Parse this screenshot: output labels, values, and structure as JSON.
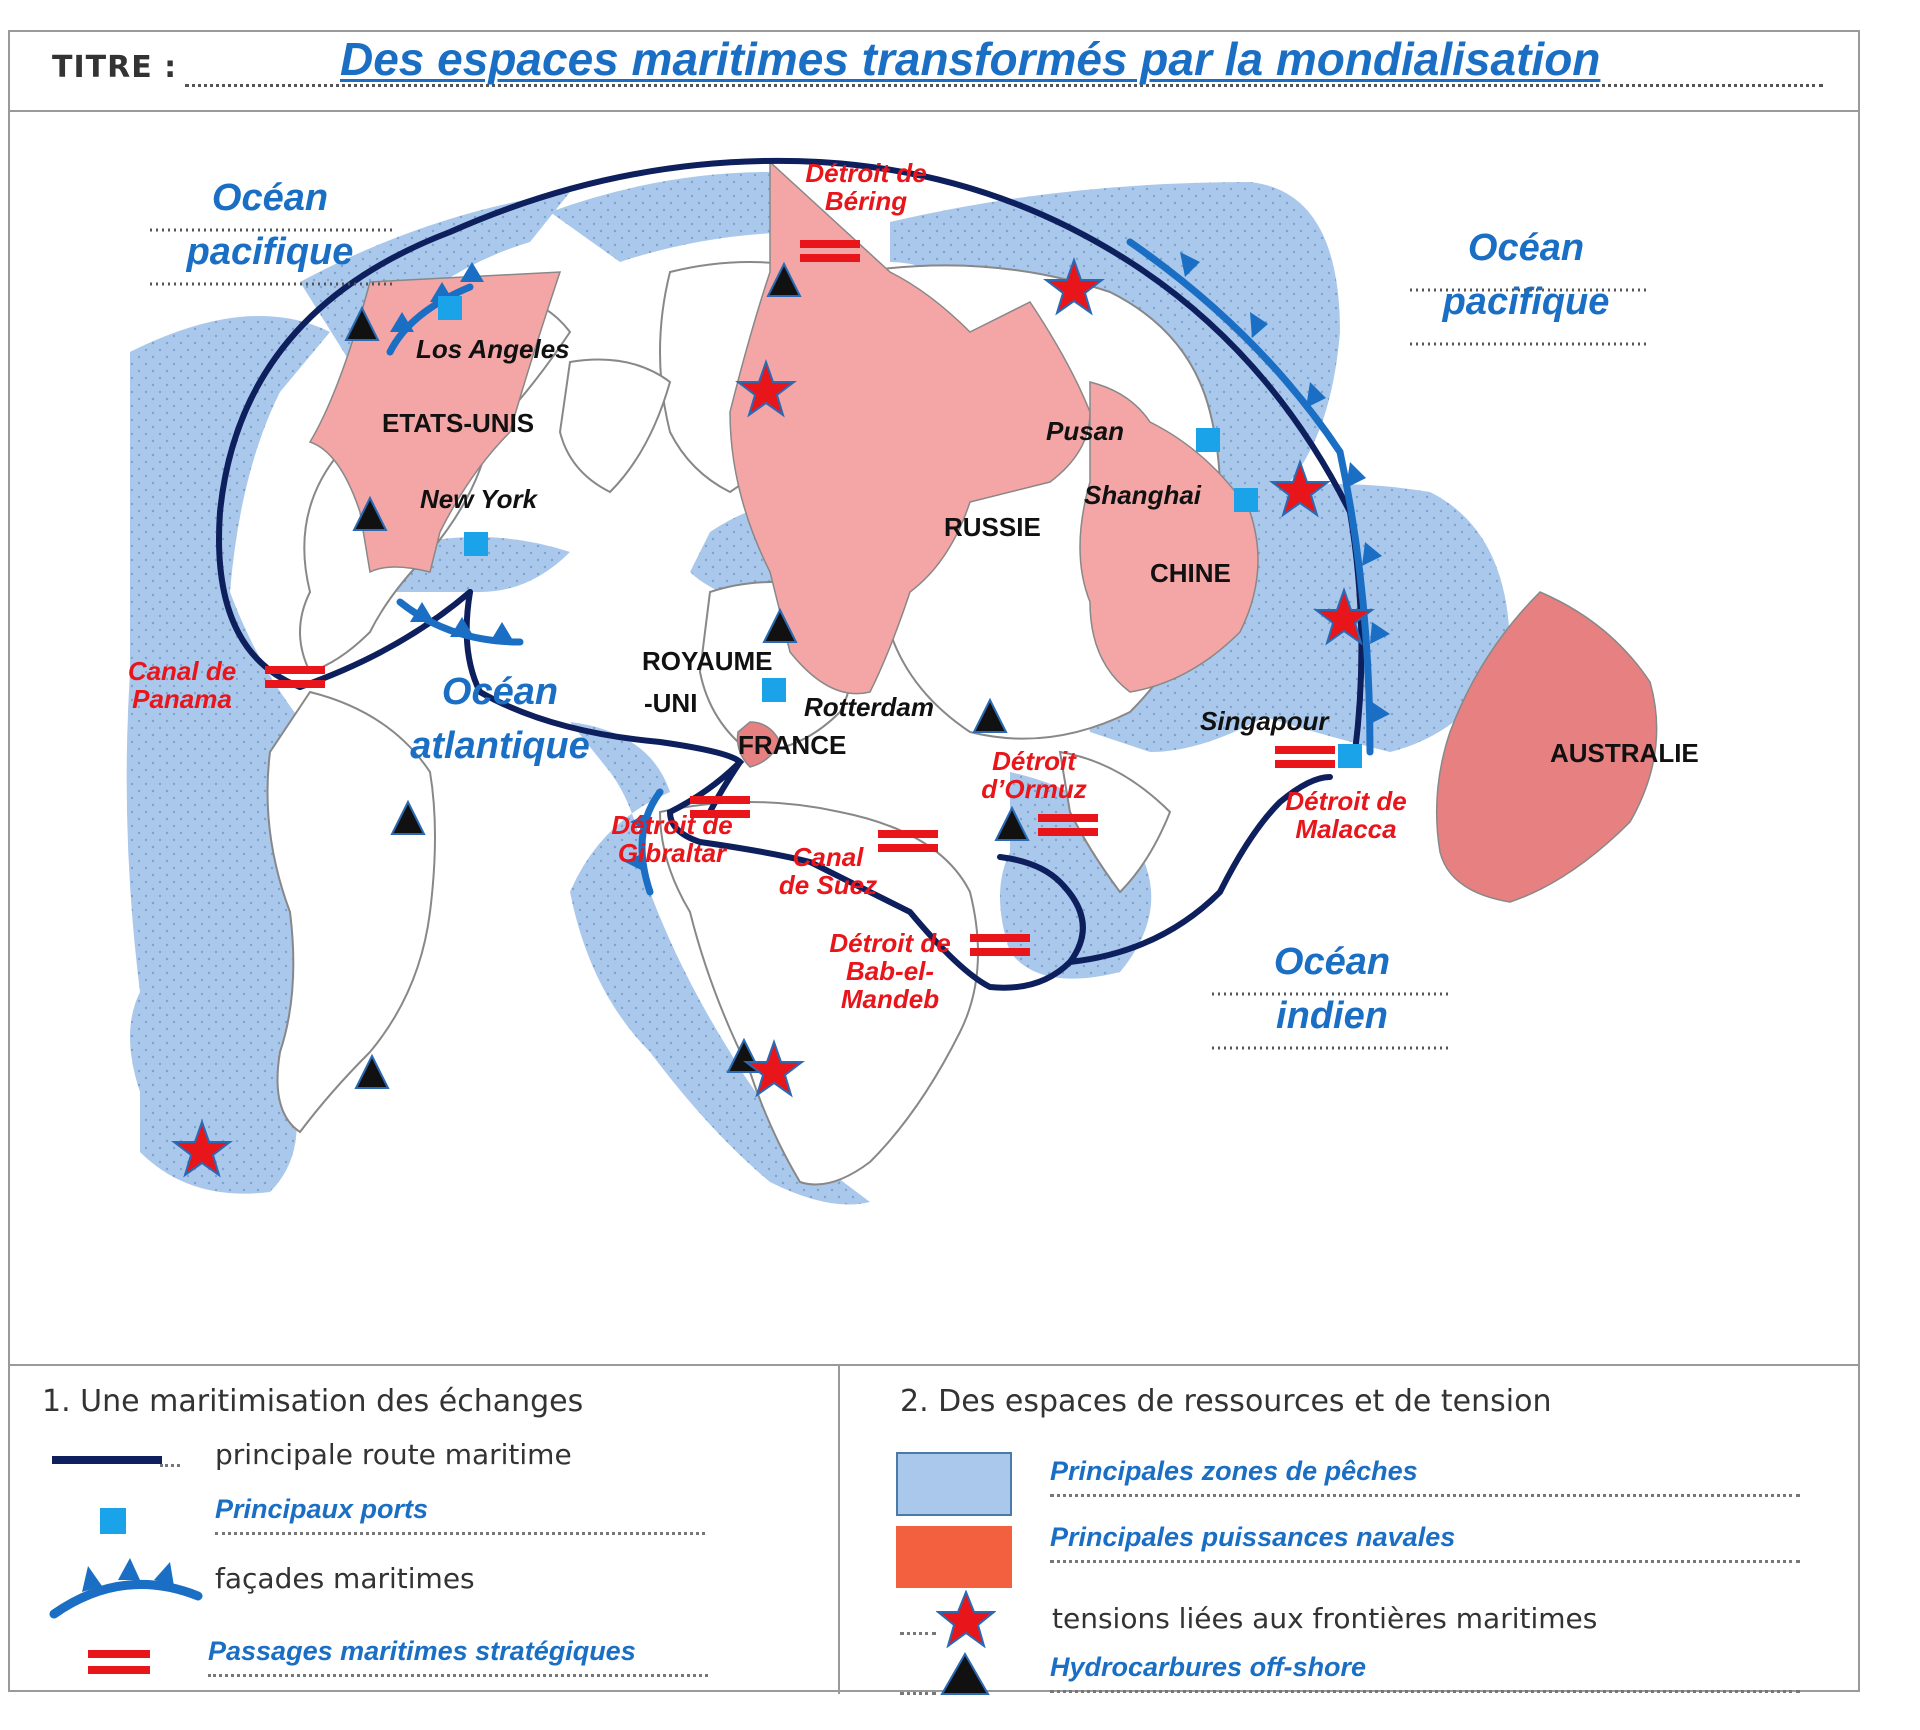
{
  "title": {
    "label": "TITRE :",
    "text": "Des espaces maritimes transformés par la mondialisation"
  },
  "map": {
    "oceans": [
      {
        "id": "pacific-west",
        "name": "Océan pacifique"
      },
      {
        "id": "pacific-east",
        "name": "Océan pacifique"
      },
      {
        "id": "atlantic",
        "name": "Océan atlantique"
      },
      {
        "id": "indian",
        "name": "Océan indien"
      }
    ],
    "ports": [
      "Los Angeles",
      "New York",
      "Rotterdam",
      "Pusan",
      "Shanghai",
      "Singapour"
    ],
    "countries": [
      "ETATS-UNIS",
      "ROYAUME -UNI",
      "FRANCE",
      "RUSSIE",
      "CHINE",
      "AUSTRALIE"
    ],
    "straits": [
      {
        "id": "bering",
        "name": "Détroit de Béring"
      },
      {
        "id": "panama",
        "name": "Canal de Panama"
      },
      {
        "id": "gibraltar",
        "name": "Détroit de Gibraltar"
      },
      {
        "id": "suez",
        "name": "Canal de Suez"
      },
      {
        "id": "bab",
        "name": "Détroit de Bab-el-Mandeb"
      },
      {
        "id": "ormuz",
        "name": "Détroit d’Ormuz"
      },
      {
        "id": "malacca",
        "name": "Détroit de Malacca"
      }
    ]
  },
  "legend": {
    "section1": {
      "heading": "1. Une maritimisation des échanges",
      "route": "principale route maritime",
      "ports": "Principaux ports",
      "facades": "façades maritimes",
      "passages": "Passages maritimes stratégiques"
    },
    "section2": {
      "heading": "2. Des espaces de ressources et de tension",
      "fishing": "Principales zones de pêches",
      "naval": "Principales puissances navales",
      "tensions": "tensions liées aux frontières maritimes",
      "hydrocarbons": "Hydrocarbures off-shore"
    }
  },
  "colors": {
    "route": "#0d1f5c",
    "port": "#1aa3e8",
    "facade": "#1a6fc4",
    "passage": "#e8151b",
    "fishing": "#a9c8ec",
    "naval": "#f26040",
    "naval_map": "#f4a6a6",
    "australia": "#e78080",
    "star": "#e8151b",
    "label_blue": "#1a6fc4",
    "label_red": "#e8151b"
  }
}
